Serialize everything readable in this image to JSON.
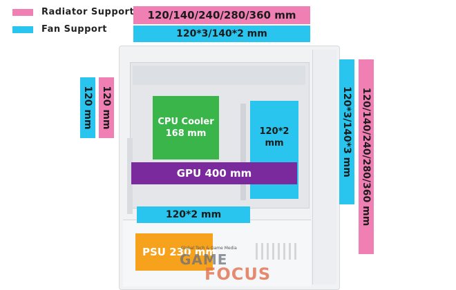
{
  "legend": {
    "radiator": {
      "label": "Radiator Support",
      "color": "#f07fb4"
    },
    "fan": {
      "label": "Fan Support",
      "color": "#29c5ee"
    }
  },
  "top": {
    "radiator": "120/140/240/280/360 mm",
    "fan": "120*3/140*2 mm"
  },
  "rear": {
    "fan": "120 mm",
    "radiator": "120 mm"
  },
  "front": {
    "fan": "120*3/140*3 mm",
    "radiator": "120/140/240/280/360 mm"
  },
  "components": {
    "cpu_cooler": {
      "line1": "CPU Cooler",
      "line2": "168 mm",
      "color": "#39b54a"
    },
    "front_fan_inner": {
      "line1": "120*2",
      "line2": "mm"
    },
    "gpu": {
      "label": "GPU 400 mm",
      "color": "#7b2a9e"
    },
    "bottom_fan": "120*2 mm",
    "psu": {
      "label": "PSU 230 mm",
      "color": "#f7a21c"
    }
  },
  "watermark": {
    "small": "Global Tech & Game Media",
    "word1": "GAME",
    "word2": "FOCUS"
  }
}
